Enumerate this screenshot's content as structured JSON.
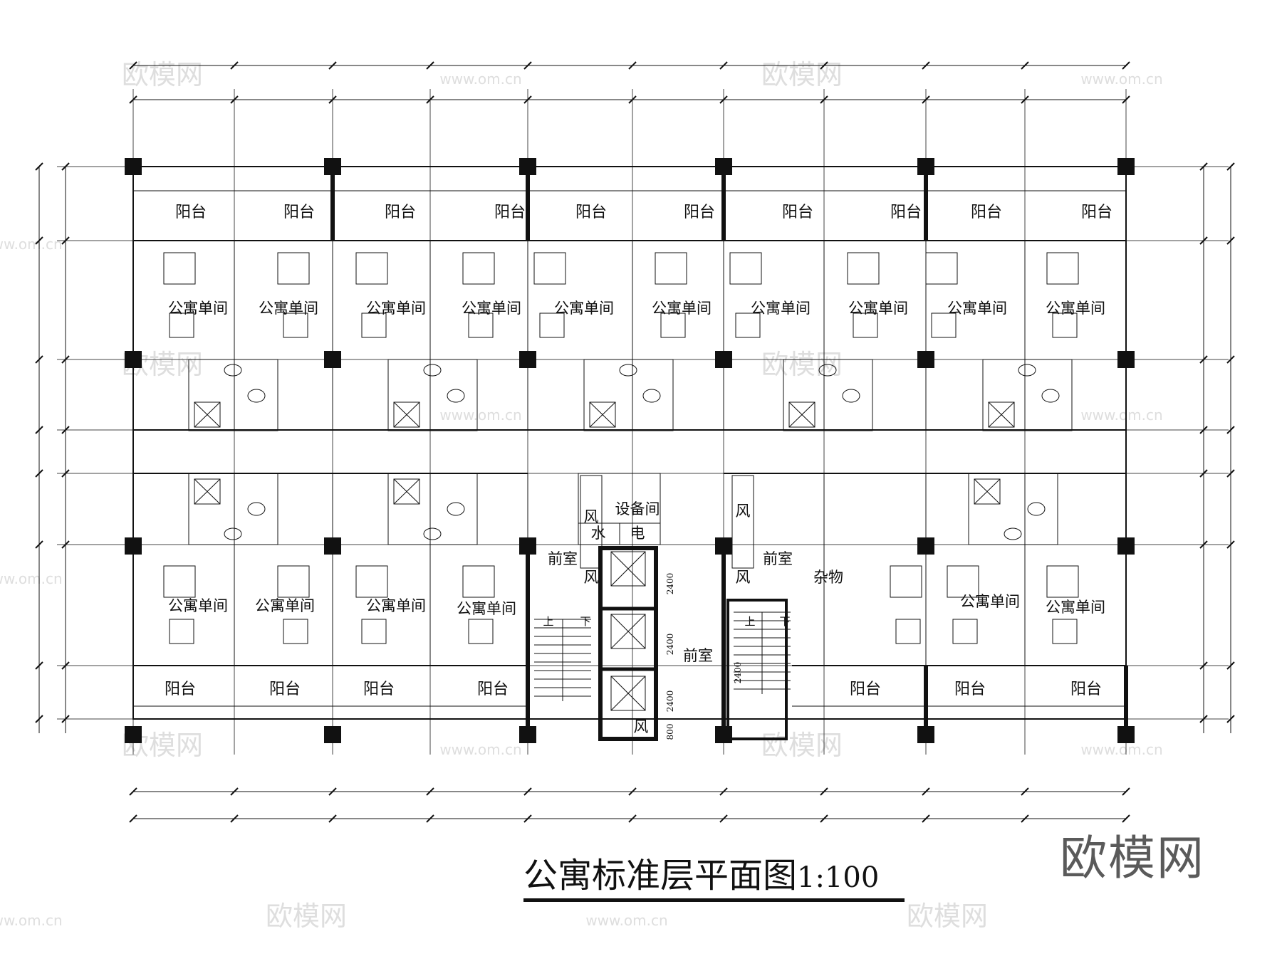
{
  "drawing": {
    "title": "公寓标准层平面图",
    "scale": "1:100"
  },
  "brand": {
    "name": "欧模网"
  },
  "watermarks": {
    "logo": "欧模网",
    "url": "www.om.cn"
  },
  "rooms": {
    "balcony": "阳台",
    "unit": "公寓单间",
    "vestibule": "前室",
    "equipment_room": "设备间",
    "water": "水",
    "electric": "电",
    "vent": "风",
    "storage": "杂物",
    "stair_up": "上",
    "stair_down": "下"
  },
  "dimensions": {
    "lift_bay": "2400",
    "small_bay": "800",
    "stair_note": "2400"
  },
  "colors": {
    "line": "#111111",
    "thin": "#444444",
    "watermark": "#dedede"
  }
}
